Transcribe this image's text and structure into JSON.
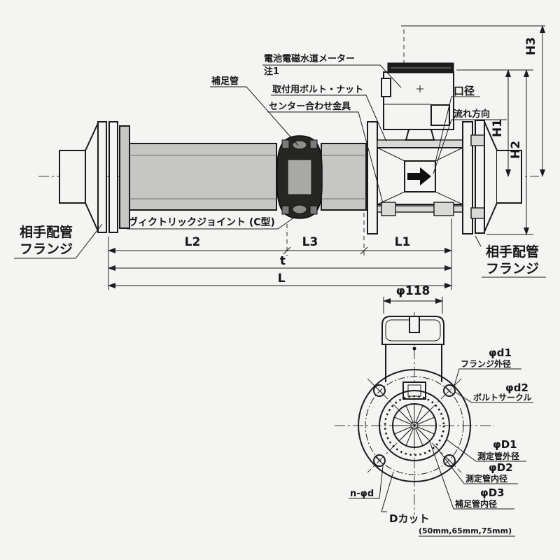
{
  "drawing": {
    "side_view": {
      "callouts": {
        "meter_label": "電池電磁水道メーター",
        "meter_note": "注1",
        "supplementary_pipe": "補足管",
        "mounting_bolt_nut": "取付用ボルト・ナット",
        "centering_fitting": "センター合わせ金具",
        "bore": "口径",
        "flow_direction": "流れ方向",
        "left_flange_line1": "相手配管",
        "left_flange_line2": "フランジ",
        "right_flange_line1": "相手配管",
        "right_flange_line2": "フランジ",
        "victaulic_joint": "ヴィクトリックジョイント (C型)"
      },
      "dimensions": {
        "h1": "H1",
        "h2": "H2",
        "h3": "H3",
        "l1": "L1",
        "l2": "L2",
        "l3": "L3",
        "t": "t",
        "l": "L"
      }
    },
    "front_view": {
      "dimensions": {
        "width": "φ118"
      },
      "callouts": {
        "d1": "φd1",
        "d1_desc": "フランジ外径",
        "d2": "φd2",
        "d2_desc": "ボルトサークル",
        "D1": "φD1",
        "D1_desc": "測定管外径",
        "D2": "φD2",
        "D2_desc": "測定管内径",
        "D3": "φD3",
        "D3_desc": "補足管内径",
        "n_d": "n-φd",
        "d_cut": "Dカット",
        "d_cut_note": "(50mm,65mm,75mm)"
      }
    },
    "colors": {
      "line": "#1b1b1b",
      "pipe_fill": "#c6c6c4",
      "joint_fill": "#262624",
      "paper": "#f4f4f2"
    }
  }
}
